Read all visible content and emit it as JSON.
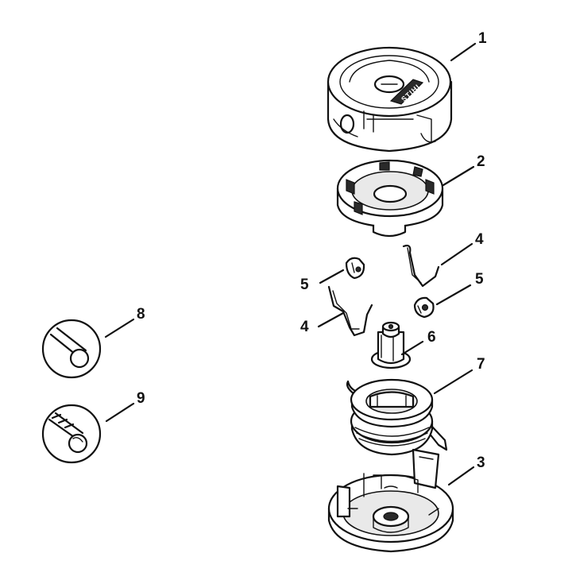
{
  "callouts": {
    "n1": "1",
    "n2": "2",
    "n3": "3",
    "n4a": "4",
    "n4b": "4",
    "n5a": "5",
    "n5b": "5",
    "n6": "6",
    "n7": "7",
    "n8": "8",
    "n9": "9"
  },
  "logo_text": "STIHL",
  "colors": {
    "line": "#111111",
    "fill": "#ffffff",
    "shade": "#e9e9e9"
  }
}
